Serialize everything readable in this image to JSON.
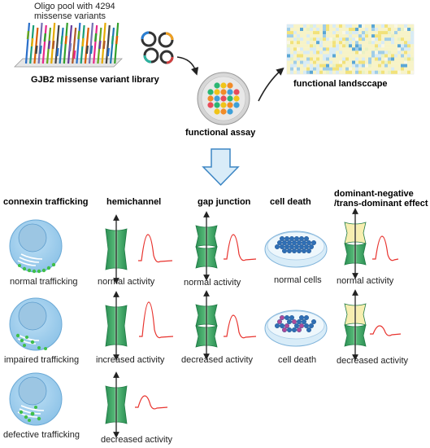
{
  "header": {
    "oligo_line1": "Oligo pool with  4294",
    "oligo_line2": "missense variants",
    "library_label": "GJB2 missense variant library",
    "assay_label": "functional assay",
    "landscape_label": "functional landsccape"
  },
  "columns": {
    "trafficking": {
      "title": "connexin trafficking",
      "rows": [
        "normal trafficking",
        "impaired trafficking",
        "defective trafficking"
      ]
    },
    "hemichannel": {
      "title": "hemichannel",
      "rows": [
        "normal activity",
        "increased activity",
        "decreased activity"
      ]
    },
    "gap_junction": {
      "title": "gap junction",
      "rows": [
        "normal activity",
        "decreased activity"
      ]
    },
    "cell_death": {
      "title": "cell death",
      "rows": [
        "normal cells",
        "cell death"
      ]
    },
    "dominant": {
      "title_line1": "dominant-negative",
      "title_line2": "/trans-dominant effect",
      "rows": [
        "normal activity",
        "decreased activity"
      ]
    }
  },
  "colors": {
    "channel_green": "#2e9e5e",
    "channel_light": "#9fd8ae",
    "trace_red": "#e8332e",
    "cell_blue": "#a9d2ee",
    "dish_cells": "#2f6fb5",
    "dead_cells": "#b04a9a",
    "arrow_blue": "#cfe6f5",
    "arrow_blue_edge": "#4a8fc7",
    "yellow": "#f7eeb0"
  }
}
